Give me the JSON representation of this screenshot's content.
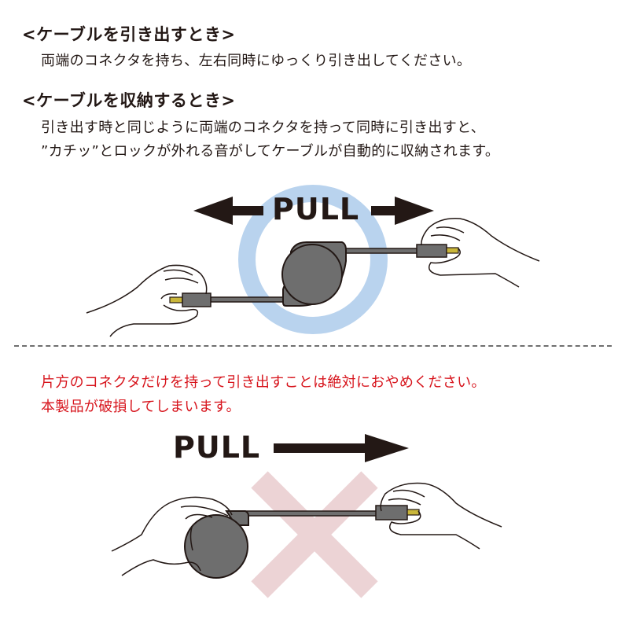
{
  "section_pull": {
    "heading": "<ケーブルを引き出すとき>",
    "instruction": "両端のコネクタを持ち、左右同時にゆっくり引き出してください。"
  },
  "section_retract": {
    "heading": "<ケーブルを収納するとき>",
    "instruction_line1": "引き出す時と同じように両端のコネクタを持って同時に引き出すと、",
    "instruction_line2": "”カチッ”とロックが外れる音がしてケーブルが自動的に収納されます。"
  },
  "illustration_correct": {
    "label": "PULL",
    "arrows": "bidirectional",
    "highlight_color": "#b9d3ee"
  },
  "warning": {
    "line1": "片方のコネクタだけを持って引き出すことは絶対におやめください。",
    "line2": "本製品が破損してしまいます。",
    "color": "#d7141c"
  },
  "illustration_incorrect": {
    "label": "PULL",
    "arrows": "right-only",
    "cross_color": "#ecd3d5"
  },
  "colors": {
    "text": "#231815",
    "reel": "#6e6e6e",
    "connector_tip": "#c9b63a",
    "divider": "#6f6f6f"
  }
}
